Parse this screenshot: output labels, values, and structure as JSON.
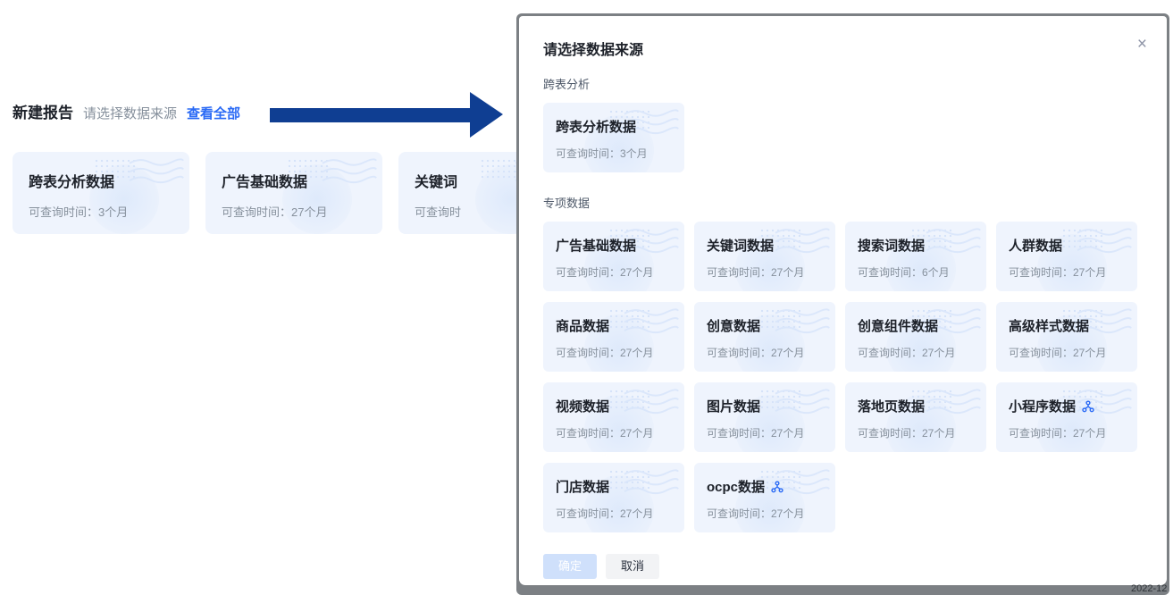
{
  "page": {
    "title": "新建报告",
    "subtitle": "请选择数据来源",
    "view_all": "查看全部",
    "cards": [
      {
        "title": "跨表分析数据",
        "query_time": "可查询时间：3个月"
      },
      {
        "title": "广告基础数据",
        "query_time": "可查询时间：27个月"
      },
      {
        "title": "关键词",
        "query_time": "可查询时"
      }
    ]
  },
  "modal": {
    "title": "请选择数据来源",
    "close_glyph": "×",
    "sections": {
      "cross": "跨表分析",
      "special": "专项数据"
    },
    "cross_cards": [
      {
        "title": "跨表分析数据",
        "query_time": "可查询时间：3个月"
      }
    ],
    "special_cards": [
      {
        "title": "广告基础数据",
        "query_time": "可查询时间：27个月"
      },
      {
        "title": "关键词数据",
        "query_time": "可查询时间：27个月"
      },
      {
        "title": "搜索词数据",
        "query_time": "可查询时间：6个月"
      },
      {
        "title": "人群数据",
        "query_time": "可查询时间：27个月"
      },
      {
        "title": "商品数据",
        "query_time": "可查询时间：27个月"
      },
      {
        "title": "创意数据",
        "query_time": "可查询时间：27个月"
      },
      {
        "title": "创意组件数据",
        "query_time": "可查询时间：27个月"
      },
      {
        "title": "高级样式数据",
        "query_time": "可查询时间：27个月"
      },
      {
        "title": "视频数据",
        "query_time": "可查询时间：27个月"
      },
      {
        "title": "图片数据",
        "query_time": "可查询时间：27个月"
      },
      {
        "title": "落地页数据",
        "query_time": "可查询时间：27个月"
      },
      {
        "title": "小程序数据",
        "query_time": "可查询时间：27个月",
        "share_icon": true
      },
      {
        "title": "门店数据",
        "query_time": "可查询时间：27个月"
      },
      {
        "title": "ocpc数据",
        "query_time": "可查询时间：27个月",
        "share_icon": true
      }
    ],
    "confirm_label": "确定",
    "cancel_label": "取消"
  },
  "background": {
    "date_fragment": "2022-12"
  },
  "colors": {
    "accent": "#2a6af5",
    "arrow_navy": "#0f3e92",
    "card_bg": "#eff4fd",
    "frame_gray": "#7c8084",
    "confirm_disabled_bg": "#cfe0fb",
    "cancel_bg": "#f2f3f5"
  }
}
